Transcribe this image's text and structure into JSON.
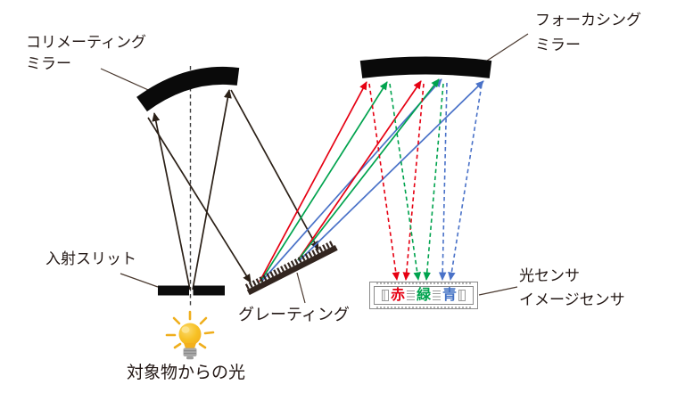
{
  "diagram": {
    "type": "spectrometer-optics-schematic",
    "labels": {
      "collimating_mirror": "コリメーティング\nミラー",
      "focusing_mirror": "フォーカシング\nミラー",
      "entrance_slit": "入射スリット",
      "grating": "グレーティング",
      "light_source": "対象物からの光",
      "sensor": "光センサ\nイメージセンサ"
    },
    "sensor_chip": {
      "labels": [
        {
          "text": "赤",
          "color": "#e60012"
        },
        {
          "text": "緑",
          "color": "#00a34e"
        },
        {
          "text": "青",
          "color": "#4472c4"
        }
      ]
    },
    "icons": {
      "light_source": "light-bulb-icon",
      "entrance_slit": "slit-bars-icon",
      "grating": "grating-comb-icon",
      "mirrors": "curved-mirror-icon"
    },
    "colors": {
      "ray_red": "#e60012",
      "ray_green": "#00a34e",
      "ray_blue": "#4a72c8",
      "ink_black": "#2b2017",
      "mirror_black": "#0a0a0a",
      "grating_dark": "#32251f",
      "bulb_yellow": "#f6bd20",
      "bulb_highlight": "#fce38b",
      "bulb_base_gray": "#a8a8a8",
      "sensor_border_gray": "#8a8a8a"
    }
  }
}
